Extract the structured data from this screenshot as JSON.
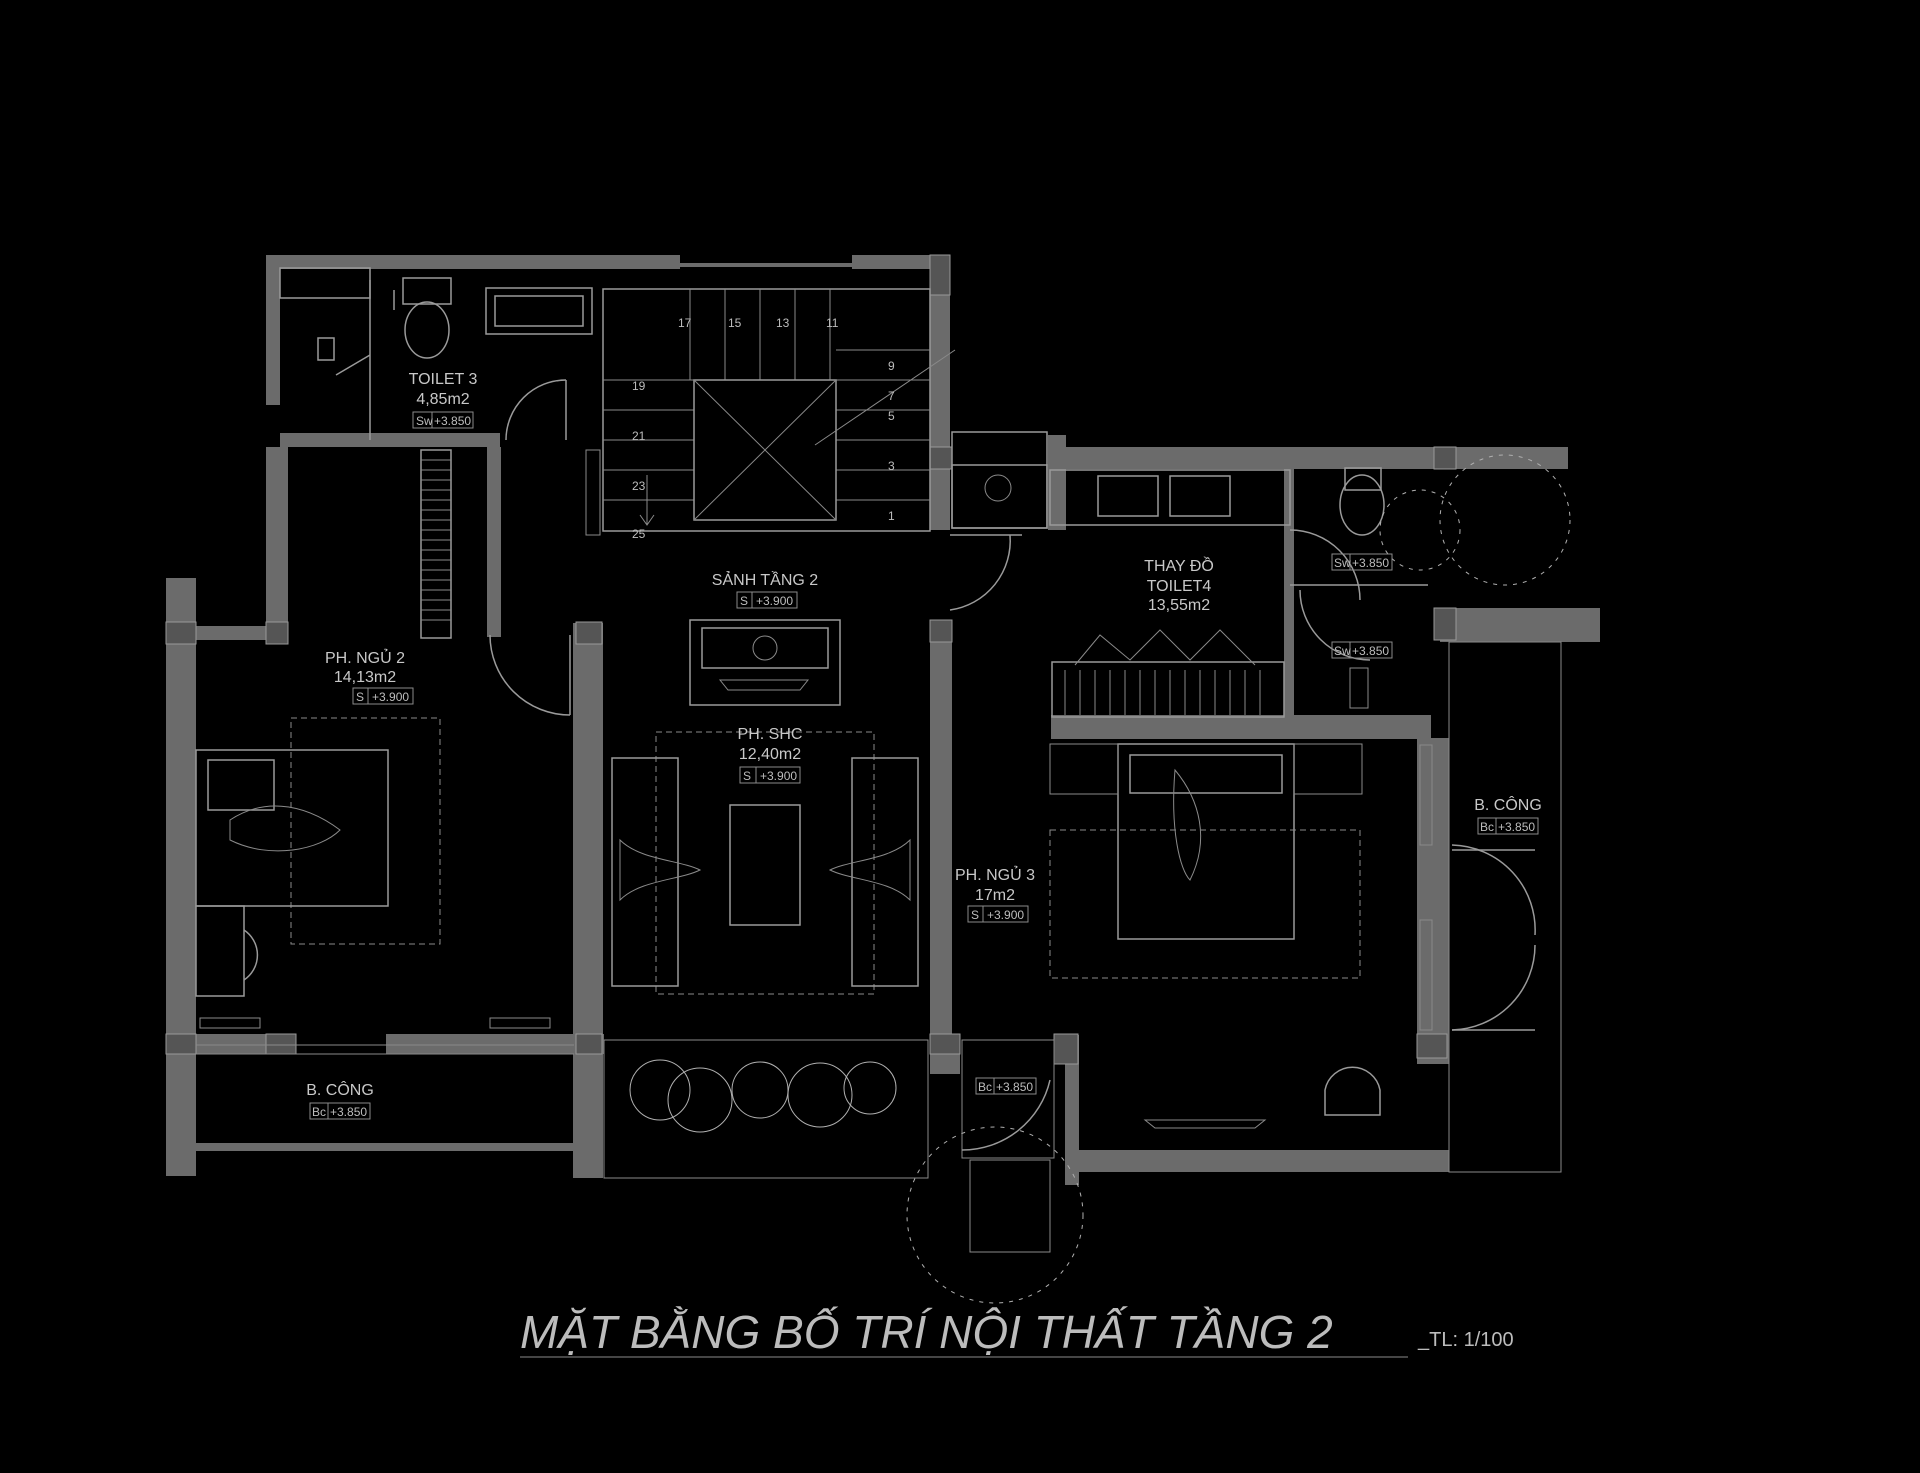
{
  "title": "MẶT BẰNG BỐ TRÍ NỘI THẤT TẦNG 2",
  "scale": "_TL: 1/100",
  "rooms": {
    "toilet3": {
      "name": "TOILET 3",
      "area": "4,85m2",
      "level_code": "Sw",
      "level": "+3.850"
    },
    "sanh": {
      "name": "SẢNH TẦNG 2",
      "level_code": "S",
      "level": "+3.900"
    },
    "phngu2": {
      "name": "PH. NGỦ 2",
      "area": "14,13m2",
      "level_code": "S",
      "level": "+3.900"
    },
    "phshc": {
      "name": "PH. SHC",
      "area": "12,40m2",
      "level_code": "S",
      "level": "+3.900"
    },
    "thaydo": {
      "name": "THAY ĐỒ",
      "name2": "TOILET4",
      "area": "13,55m2"
    },
    "toilet4_a": {
      "level_code": "Sw",
      "level": "+3.850"
    },
    "toilet4_b": {
      "level_code": "Sw",
      "level": "+3.850"
    },
    "phngu3": {
      "name": "PH. NGỦ 3",
      "area": "17m2",
      "level_code": "S",
      "level": "+3.900"
    },
    "bcong_right": {
      "name": "B. CÔNG",
      "level_code": "Bc",
      "level": "+3.850"
    },
    "bcong_bottom": {
      "name": "B. CÔNG",
      "level_code": "Bc",
      "level": "+3.850"
    },
    "bcong_small": {
      "level_code": "Bc",
      "level": "+3.850"
    }
  },
  "stairs": [
    "17",
    "15",
    "13",
    "11",
    "9",
    "7",
    "5",
    "3",
    "1",
    "19",
    "21",
    "23",
    "25"
  ],
  "colors": {
    "background": "#000000",
    "wall": "#6b6b6b",
    "line": "#9a9a9a",
    "text": "#c8c8c8"
  }
}
